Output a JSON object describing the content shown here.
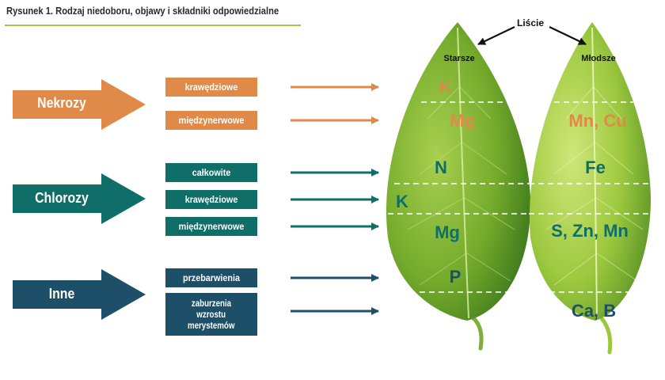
{
  "figure": {
    "title": "Rysunek 1. Rodzaj niedoboru, objawy i składniki odpowiedzialne"
  },
  "groups": [
    {
      "label": "Nekrozy",
      "symptoms": [
        "krawędziowe",
        "międzynerwowe"
      ]
    },
    {
      "label": "Chlorozy",
      "symptoms": [
        "całkowite",
        "krawędziowe",
        "międzynerwowe"
      ]
    },
    {
      "label": "Inne",
      "symptoms": [
        "przebarwienia",
        "zaburzenia wzrostu merystemów"
      ]
    }
  ],
  "symptom_lines": {
    "growth_line1": "zaburzenia",
    "growth_line2": "wzrostu",
    "growth_line3": "merystemów"
  },
  "leaves": {
    "header": "Liście",
    "older": {
      "label": "Starsze",
      "nutrients": [
        "K",
        "Mg",
        "N",
        "K",
        "Mg",
        "P"
      ]
    },
    "younger": {
      "label": "Młodsze",
      "nutrients": [
        "Mn, Cu",
        "Fe",
        "S, Zn, Mn",
        "Ca, B"
      ]
    }
  },
  "colors": {
    "necrosis": "#e08a4a",
    "chlorosis": "#0f6e67",
    "other": "#1d5068",
    "title_rule": "#a8c545"
  }
}
